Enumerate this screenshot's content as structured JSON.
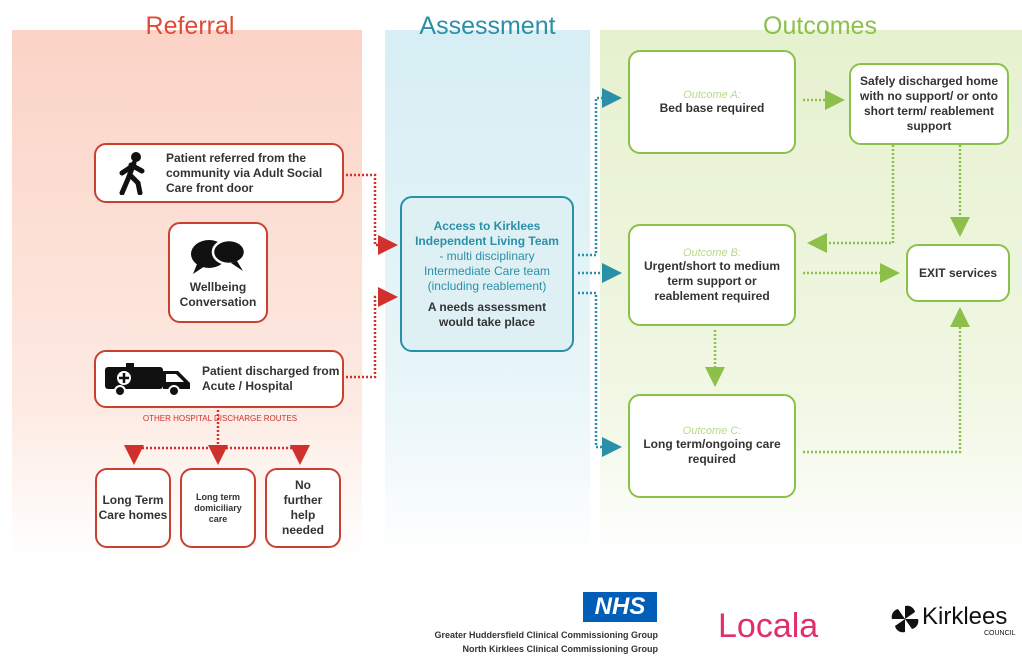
{
  "headings": {
    "referral": "Referral",
    "assessment": "Assessment",
    "outcomes": "Outcomes"
  },
  "referral": {
    "community_box": "Patient referred from the community via Adult Social Care front door",
    "wellbeing_box": "Wellbeing Conversation",
    "hospital_box": "Patient discharged from Acute / Hospital",
    "other_routes_label": "OTHER HOSPITAL DISCHARGE ROUTES",
    "routes": [
      "Long Term Care homes",
      "Long term domiciliary care",
      "No further help needed"
    ]
  },
  "assessment": {
    "title": "Access to Kirklees Independent Living Team",
    "subtitle": "- multi disciplinary Intermediate Care team (including reablement)",
    "note": "A needs assessment would take place"
  },
  "outcomes": {
    "a": {
      "label": "Outcome A:",
      "text": "Bed base required"
    },
    "b": {
      "label": "Outcome B:",
      "text": "Urgent/short to medium term support or reablement required"
    },
    "c": {
      "label": "Outcome C:",
      "text": "Long term/ongoing care required"
    },
    "discharged": "Safely discharged home with no support/ or onto short term/ reablement support",
    "exit": "EXIT services"
  },
  "logos": {
    "nhs": "NHS",
    "ccg_line1": "Greater Huddersfield Clinical Commissioning Group",
    "ccg_line2": "North Kirklees Clinical Commissioning Group",
    "locala": "Locala",
    "kirklees": "Kirklees",
    "kirklees_sub": "COUNCIL"
  },
  "colors": {
    "referral": "#e04a38",
    "assessment": "#2a8fa8",
    "outcomes": "#8cc04a"
  }
}
